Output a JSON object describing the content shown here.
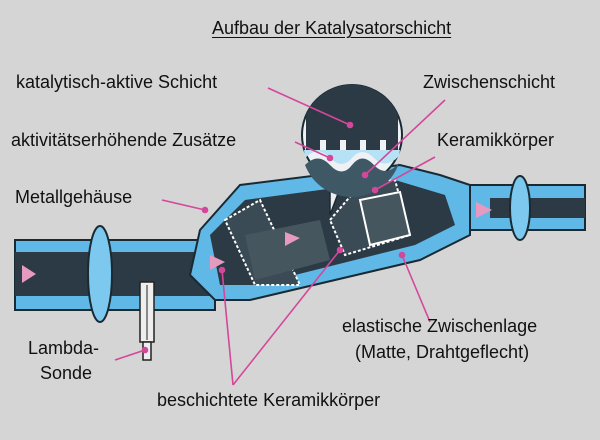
{
  "title": "Aufbau der Katalysatorschicht",
  "labels": {
    "active_layer": "katalytisch-aktive Schicht",
    "intermediate_layer": "Zwischenschicht",
    "additives": "aktivitätserhöhende Zusätze",
    "ceramic_body": "Keramikkörper",
    "metal_housing": "Metallgehäuse",
    "lambda_line1": "Lambda-",
    "lambda_line2": "Sonde",
    "elastic_line1": "elastische Zwischenlage",
    "elastic_line2": "(Matte, Drahtgeflecht)",
    "coated_ceramic": "beschichtete Keramikkörper"
  },
  "colors": {
    "background": "#d5d5d5",
    "pipe_blue": "#5fb8e6",
    "dark": "#2b3a44",
    "arrow": "#d4479a",
    "flow_arrow": "#e79abf"
  }
}
